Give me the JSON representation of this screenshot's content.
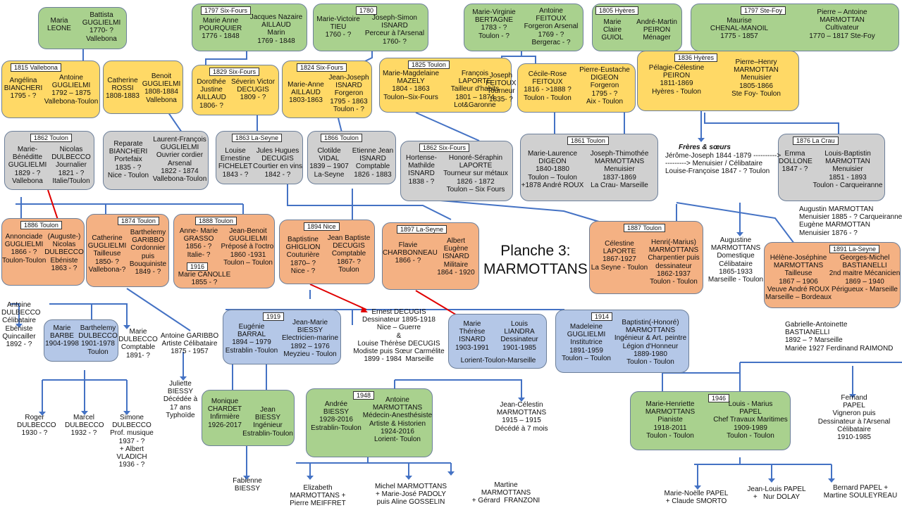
{
  "title": "Planche 3:\nMARMOTTANS",
  "colors": {
    "line": "#4472c4",
    "red": "#e00000",
    "green": "#a9d18e",
    "yellow": "#ffd966",
    "grey": "#d0d0d0",
    "orange": "#f4b183",
    "blue": "#b4c7e7"
  },
  "boxes": {
    "leone": {
      "left": "Maria\nLEONE",
      "right": "Battista\nGUGLIELMI\n1770- ?\nVallebona"
    },
    "aillaud": {
      "tag": "1797 Six-Fours",
      "left": "Marie Anne\nPOURQUIER\n1776 - 1848",
      "right": "Jacques Nazaire\nAILLAUD\nMarin\n1769 - 1848"
    },
    "isnard": {
      "tag": "1780",
      "left": "Marie-Victoire\nTIEU\n1760 - ?",
      "right": "Joseph-Simon\nISNARD\nPerceur à l'Arsenal\n1760- ?"
    },
    "feitoux": {
      "left": "Marie-Virginie\nBERTAGNE\n1783 - ?\nToulon - ?",
      "right": "Antoine\nFEITOUX\nForgeron Arsenal\n1769 - ?\nBergerac - ?"
    },
    "peiron": {
      "tag": "1805 Hyères",
      "left": "Marie\nClaire\nGUIOL",
      "right": "André-Martin\nPEIRON\nMénager"
    },
    "marm1797": {
      "tag": "1797 Ste-Foy",
      "left": "Maurise\nCHENAL-MANOIL\n1775 - 1857",
      "right": "Pierre – Antoine\nMARMOTTAN\nCultivateur\n1770 – 1817 Ste-Foy"
    },
    "bianch": {
      "tag": "1815 Vallebona",
      "left": "Angélina\nBIANCHERI\n1795 - ?",
      "right": "Antoine\nGUGLIELMI\n1792 – 1875\nVallebona-Toulon"
    },
    "rossi": {
      "left": "Catherine\nROSSI\n1808-1883",
      "right": "Benoit\nGUGLIELMI\n1808-1884\nVallebona"
    },
    "decugis": {
      "tag": "1829 Six-Fours",
      "left": "Dorothée\nJustine\nAILLAUD\n1806- ?",
      "right": "Séverin Victor\nDECUGIS\n1809 - ?"
    },
    "isnard24": {
      "tag": "1824 Six-Fours",
      "left": "Marie-Anne\nAILLAUD\n1803-1863",
      "right": "Jean-Joseph\nISNARD\nForgeron\n1795 - 1863\nToulon - ?"
    },
    "laporte": {
      "tag": "1825 Toulon",
      "left": "Marie-Magdelaine\nMAZELY\n1804 - 1863\nToulon–Six-Fours",
      "right": "François\nLAPORTE\nTailleur d'habits\n1801 – 1874\nLot&Garonne"
    },
    "digeon": {
      "left": "Cécile-Rose\nFEITOUX\n1816 - >1888 ?\nToulon - Toulon",
      "right": "Pierre-Eustache\nDIGEON\nForgeron\n1795 - ?\nAix - Toulon"
    },
    "marm1836": {
      "tag": "1836 Hyères",
      "left": "Pélagie-Célestine\nPEIRON\n1811-1869\nHyères - Toulon",
      "right": "Pierre–Henry\nMARMOTTAN\nMenuisier\n1805-1866\nSte Foy- Toulon"
    },
    "dulbecco62": {
      "tag": "1862 Toulon",
      "left": "Marie-\nBénéditte\nGUGLIELMI\n1829 - ?\nVallebona",
      "right": "Nicolas\nDULBECCO\nJournalier\n1821 - ?\nItalie/Toulon"
    },
    "guglf": {
      "left": "Reparate\nBIANCHERI\nPortefaix\n1835 - ?\nNice - Toulon",
      "right": "Laurent-François\nGUGLIELMI\nOuvrier cordier\nArsenal\n1822 - 1874\nVallebona-Toulon"
    },
    "decug63": {
      "tag": "1863 La-Seyne",
      "left": "Louise\nErnestine\nFICHELET\n1843 - ?",
      "right": "Jules Hugues\nDECUGIS\nCourtier en vins\n1842 - ?"
    },
    "isnard66": {
      "tag": "1866 Toulon",
      "left": "Clotilde\nVIDAL\n1839 – 1907\nLa-Seyne",
      "right": "Etienne Jean\nISNARD\nComptable\n1826 - 1883"
    },
    "laporte62": {
      "tag": "1862 Six-Fours",
      "left": "Hortense-\nMathilde\nISNARD\n1838 - ?",
      "right": "Honoré-Séraphin\nLAPORTE\nTourneur sur métaux\n1826 - 1872\nToulon – Six Fours"
    },
    "marm61": {
      "tag": "1861 Toulon",
      "left": "Marie-Laurence\nDIGEON\n1840-1880\nToulon – Toulon\n+1878 André ROUX",
      "right": "Joseph-Thimothée\nMARMOTTANS\nMenuisier\n1837-1869\nLa Crau- Marseille"
    },
    "marm76": {
      "tag": "1876 La Crau",
      "left": "Emma\nDOLLONE\n1847 - ?",
      "right": "Louis-Baptistin\nMARMOTTAN\nMenuisier\n1851 - 1893\nToulon - Carqueiranne"
    },
    "dulb86": {
      "tag": "1886 Toulon",
      "left": "Annonciade\nGUGLIELMI\n1866 - ?\nToulon-Toulon",
      "right": "(Auguste-)\nNicolas\nDULBECCO\nEbéniste\n1863 - ?"
    },
    "garibbo": {
      "tag": "1874 Toulon",
      "left": "Catherine\nGUGLIELMI\nTailleuse\n1850- ?\nVallebona-?",
      "right": "Barthelemy\nGARIBBO\nCordonnier\npuis\nBouquiniste\n1849 - ?"
    },
    "gugl88": {
      "tag": "1888 Toulon",
      "tag2": "1916",
      "left": "Anne- Marie\nGRASSO\n1856 - ?\nItalie- ?",
      "left2": "Marie CANOLLE\n1855 - ?",
      "right": "Jean-Benoit\nGUGLIELMI\nPréposé à l'octroi\n1860 -1931\nToulon – Toulon"
    },
    "ghiglion": {
      "tag": "1894  Nice",
      "left": "Baptistine\nGHIGLION\nCouturière\n1870– ?\nNice - ?",
      "right": "Jean Baptiste\nDECUGIS\nComptable\n1867- ?\nToulon"
    },
    "isnard97": {
      "tag": "1897 La-Seyne",
      "left": "Flavie\nCHARBONNEAU\n1866 - ?",
      "right": "Albert\nEugène\nISNARD\nMilitaire\n1864 - 1920"
    },
    "marm87": {
      "tag": "1887 Toulon",
      "left": "Célestine\nLAPORTE\n1867-1927\nLa Seyne - Toulon",
      "right": "Henri(-Marius)\nMARMOTTANS\nCharpentier puis\ndessinateur\n1862-1937\nToulon - Toulon"
    },
    "bastian": {
      "tag": "1891 La-Seyne",
      "left": "Hélène-Joséphine\nMARMOTTANS\nTailleuse\n1867 – 1906\nVeuve André ROUX\nMarseille – Bordeaux",
      "right": "Georges-Michel\nBASTIANELLI\n2nd maitre Mécanicien\n1869 – 1940\nPérigueux - Marseille"
    },
    "barbe": {
      "left": "Marie\nBARBE\n1904-1998",
      "right": "Barthelemy\nDULBECCO\n1901-1978\nToulon"
    },
    "biessy19": {
      "tag": "1919",
      "left": "Eugénie\nBARRAL\n1894 – 1979\nEstrablin -Toulon",
      "right": "Jean-Marie\nBIESSY\nElectricien-marine\n1892 – 1976\nMeyzieu - Toulon"
    },
    "liandra": {
      "left": "Marie\nThérèse\nISNARD\n1903-1991",
      "right": "Louis\nLIANDRA\nDessinateur\n1901-1985",
      "bottom": "Lorient-Toulon-Marseille"
    },
    "marm14": {
      "tag": "1914",
      "left": "Madeleine\nGUGLIELMI\nInstitutrice\n1891-1959\nToulon – Toulon",
      "right": "Baptistin(-Honoré)\nMARMOTTANS\nIngénieur & Art. peintre\nLégion d'Honneur\n1889-1980\nToulon - Toulon"
    },
    "chardet": {
      "left": "Monique\nCHARDET\nInfirmière\n1926-2017",
      "right": "Jean\nBIESSY\nIngénieur\nEstrablin-Toulon"
    },
    "marm48": {
      "tag": "1948",
      "left": "Andrée\nBIESSY\n1928-2016\nEstrablin-Toulon",
      "right": "Antoine\nMARMOTTANS\nMédecin-Anesthésiste\nArtiste & Historien\n1924-2016\nLorient- Toulon"
    },
    "papel46": {
      "tag": "1946",
      "left": "Marie-Henriette\nMARMOTTANS\nPianiste\n1918-2011\nToulon - Toulon",
      "right": "Louis - Marius\nPAPEL\nChef Travaux Maritimes\n1909-1989\nToulon - Toulon"
    }
  },
  "texts": {
    "joseph_feitoux": "Joseph\nFEITOUX\nTourneur\n1835- ?",
    "freres": "Frères & sœurs",
    "freres_body": "Jérôme-Joseph 1844 -1879 ---------->\n---------> Menuisier / Célibataire\nLouise-Françoise 1847 - ? Toulon",
    "augustin": "Augustin MARMOTTAN\nMenuisier 1885 - ? Carqueiranne\nEugène MARMOTTAN\nMenuisier 1876 - ?",
    "augustine": "Augustine\nMARMOTTANS\nDomestique\nCélibataire\n1865-1933\nMarseille - Toulon",
    "antoine_dulb": "Antoine\nDULBECCO\nCélibataire\nEbéniste\nQuincailler\n1892 - ?",
    "marie_dulb": "Marie\nDULBECCO\nComptable\n1891- ?",
    "antoine_gar": "Antoine GARIBBO\nArtiste Célibataire\n1875 - 1957",
    "ernest": "Ernest DECUGIS\nDessinateur 1895-1918\nNice – Guerre\n&\nLouise Thérèse DECUGIS\nModiste puis Sœur Carmélite\n1899 - 1984  Marseille",
    "gabrielle": "Gabrielle-Antoinette\nBASTIANELLI\n1892 – ? Marseille\nMariée 1927 Ferdinand RAIMOND",
    "roger": "Roger\nDULBECCO\n1930 - ?",
    "marcel": "Marcel\nDULBECCO\n1932 - ?",
    "simone": "Simone\nDULBECCO\nProf. musique\n1937 - ?\n+ Albert\nVLADICH\n1936 - ?",
    "juliette": "Juliette\nBIESSY\nDécédée à\n17 ans\nTyphoïde",
    "fabienne": "Fabienne\nBIESSY",
    "jean_celestin": "Jean-Célestin\nMARMOTTANS\n1915 – 1915\nDécédé à 7 mois",
    "fernand": "Fernand\nPAPEL\nVigneron puis\nDessinateur à l'Arsenal\nCélibataire\n1910-1985",
    "elizabeth": "Elizabeth\nMARMOTTANS +\nPierre MEIFFRET",
    "michel": "Michel MARMOTTANS\n+ Marie-José PADOLY\npuis Aline GOSSELIN",
    "martine": "Martine\nMARMOTTANS\n+ Gérard  FRANZONI",
    "marie_noelle": "Marie-Noëlle PAPEL\n+ Claude SMORTO",
    "jean_louis": "Jean-Louis PAPEL\n+   Nur DOLAY",
    "bernard": "Bernard PAPEL +\nMartine SOULEYREAU"
  }
}
